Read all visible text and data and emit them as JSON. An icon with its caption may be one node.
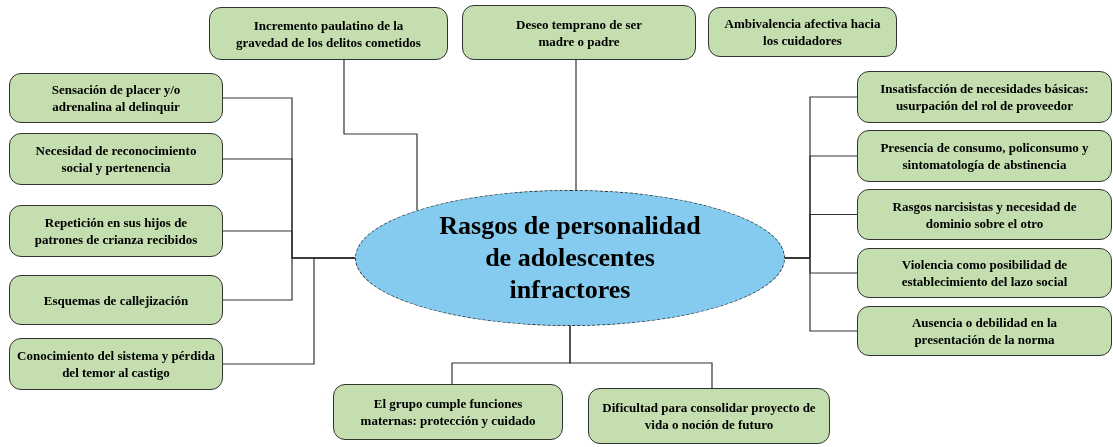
{
  "diagram": {
    "nodes": [
      {
        "text": [
          "Rasgos de personalidad de adolescentes infractores"
        ]
      },
      {
        "text": [
          "Incremento paulatino de la gravedad de los delitos cometidos"
        ]
      },
      {
        "text": [
          "Deseo temprano de ser madre o padre"
        ]
      },
      {
        "text": [
          "Ambivalencia afectiva hacia los cuidadores"
        ]
      },
      {
        "text": [
          "Sensación de placer y/o adrenalina al delinquir"
        ]
      },
      {
        "text": [
          "Necesidad de reconocimiento social y pertenencia"
        ]
      },
      {
        "text": [
          "Repetición en sus hijos de patrones de crianza recibidos"
        ]
      },
      {
        "text": [
          "Esquemas de callejización"
        ]
      },
      {
        "text": [
          "Conocimiento del sistema y pérdida del temor al castigo"
        ]
      },
      {
        "text": [
          "Insatisfacción de necesidades básicas: usurpación del rol de proveedor"
        ]
      },
      {
        "text": [
          "Presencia de consumo, policonsumo y sintomatología de abstinencia"
        ]
      },
      {
        "text": [
          "Rasgos narcisistas y necesidad de dominio sobre el otro"
        ]
      },
      {
        "text": [
          "Violencia como posibilidad de establecimiento del lazo social"
        ]
      },
      {
        "text": [
          "Ausencia o debilidad en la presentación de la norma"
        ]
      },
      {
        "text": [
          "El grupo cumple funciones maternas: protección y cuidado"
        ]
      },
      {
        "text": [
          "Dificultad para consolidar proyecto de vida o noción de futuro"
        ]
      }
    ],
    "edges": [
      {
        "from": 0,
        "to": 1,
        "arrow": "none"
      },
      {
        "from": 0,
        "to": 2,
        "arrow": "none"
      },
      {
        "from": 0,
        "to": 4,
        "arrow": "none"
      },
      {
        "from": 0,
        "to": 5,
        "arrow": "none"
      },
      {
        "from": 0,
        "to": 6,
        "arrow": "none"
      },
      {
        "from": 0,
        "to": 7,
        "arrow": "none"
      },
      {
        "from": 0,
        "to": 8,
        "arrow": "none"
      },
      {
        "from": 0,
        "to": 9,
        "arrow": "none"
      },
      {
        "from": 0,
        "to": 10,
        "arrow": "none"
      },
      {
        "from": 0,
        "to": 11,
        "arrow": "none"
      },
      {
        "from": 0,
        "to": 12,
        "arrow": "none"
      },
      {
        "from": 0,
        "to": 13,
        "arrow": "none"
      },
      {
        "from": 0,
        "to": 14,
        "arrow": "none"
      },
      {
        "from": 0,
        "to": 15,
        "arrow": "none"
      }
    ]
  }
}
